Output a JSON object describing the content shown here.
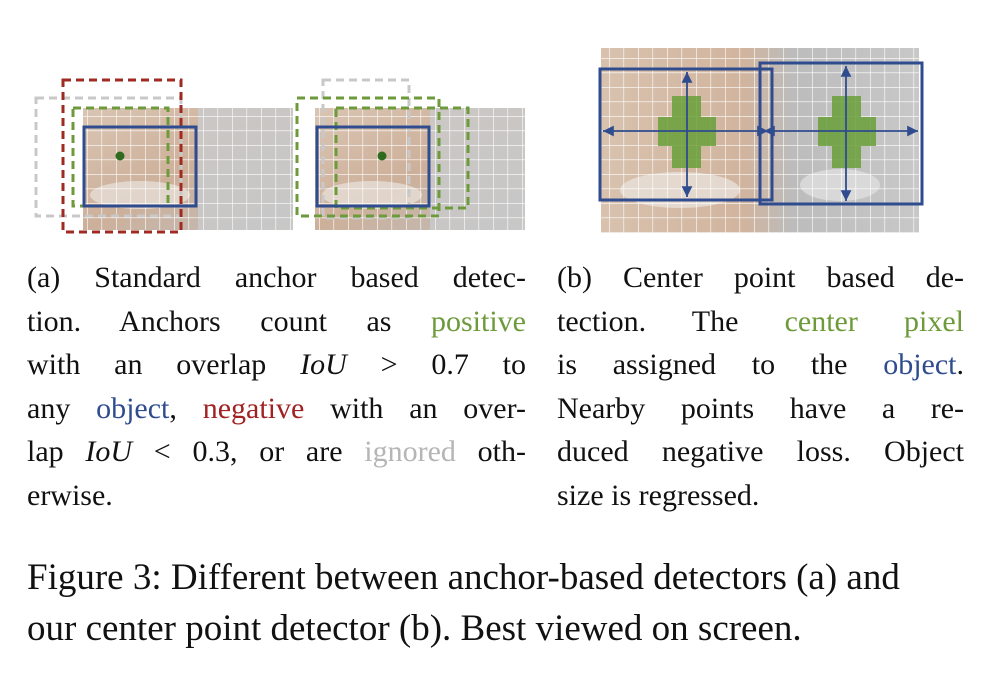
{
  "panel_a": {
    "caption": {
      "label": "(a)",
      "l1": "Standard anchor based detec-",
      "l2_a": "tion.  Anchors count as ",
      "l2_pos": "positive",
      "l3_a": "with an overlap ",
      "iou": "IoU",
      "gt": " > ",
      "v1": "0.7",
      "l3_b": " to",
      "l4_a": "any ",
      "l4_obj": "object",
      "l4_b": ", ",
      "l4_neg": "negative",
      "l4_c": " with an over-",
      "l5_a": "lap ",
      "lt": " < ",
      "v2": "0.3",
      "l5_b": ", or are ",
      "l5_ign": "ignored",
      "l5_c": " oth-",
      "l6": "erwise."
    }
  },
  "panel_b": {
    "caption": {
      "label": "(b)",
      "l1": "Center point based de-",
      "l2_a": "tection.   The ",
      "l2_cp": "center pixel",
      "l3_a": "is assigned to the ",
      "l3_obj": "object",
      "l3_b": ".",
      "l4": "Nearby points have a re-",
      "l5": "duced negative loss.  Object",
      "l6": "size is regressed."
    }
  },
  "figure_caption": {
    "line1": "Figure 3: Different between anchor-based detectors (a) and",
    "line2": "our center point detector (b). Best viewed on screen."
  },
  "colors": {
    "positive": "#6d9a3a",
    "object": "#2f4c8f",
    "negative": "#a02222",
    "ignored": "#b5b5b5",
    "center_pixel": "#6d9a3a"
  }
}
